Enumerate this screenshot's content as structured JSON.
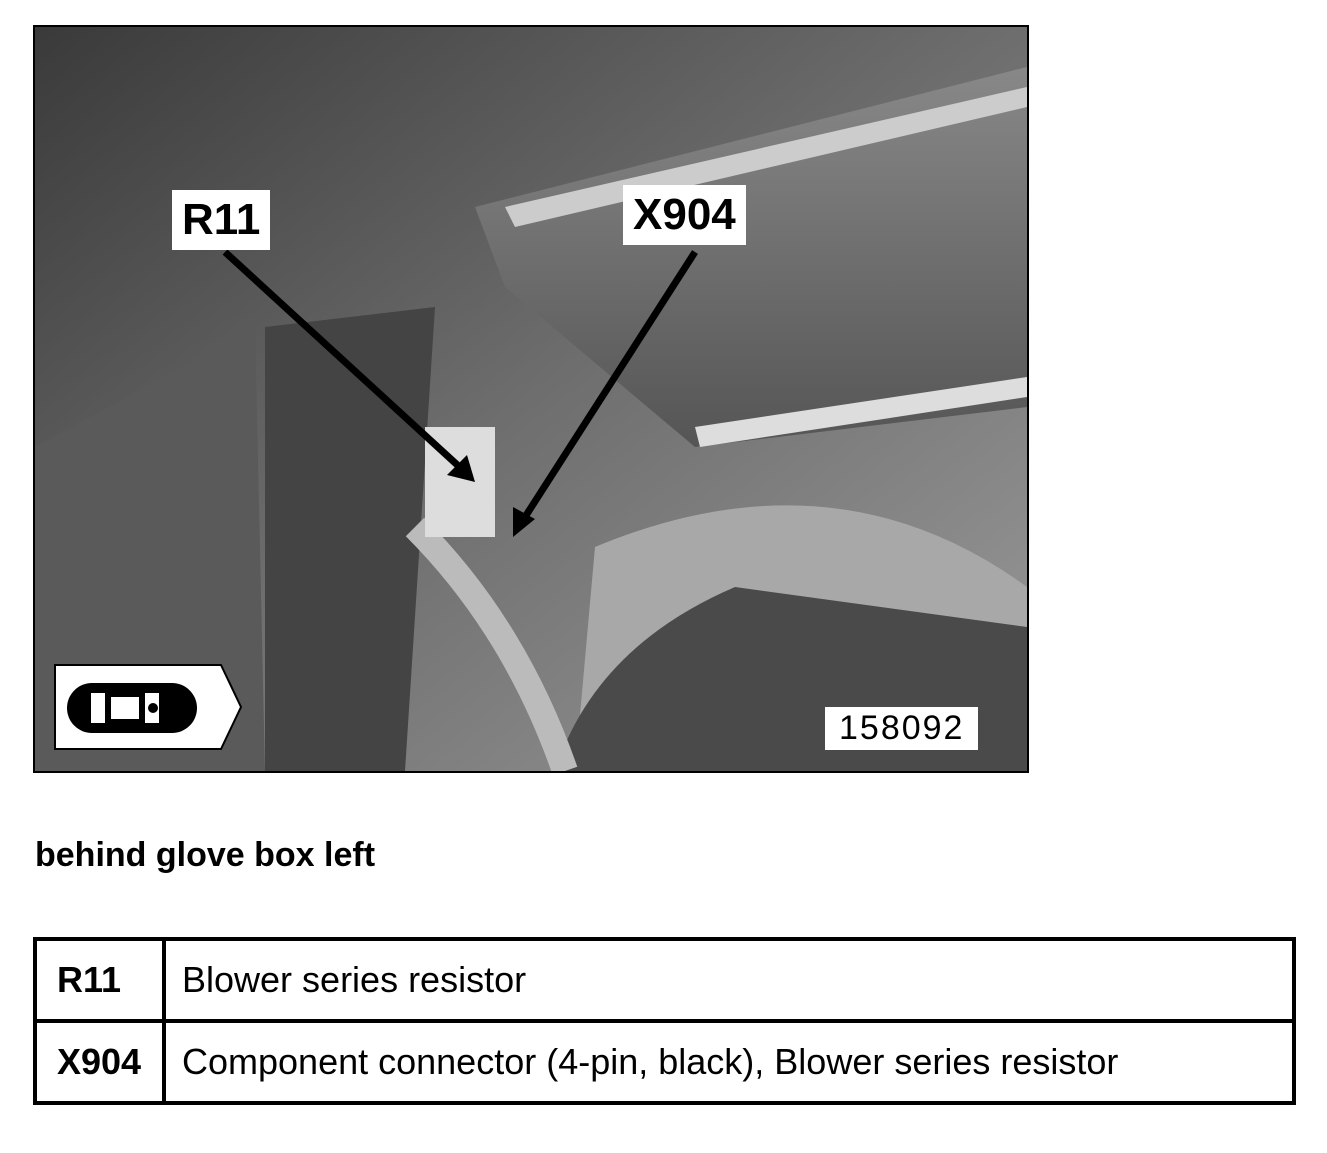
{
  "figure": {
    "callouts": [
      "R11",
      "X904"
    ],
    "figure_number": "158092",
    "view_icon": "car-top-view-right-arrow-icon"
  },
  "caption": "behind glove box left",
  "legend": [
    {
      "code": "R11",
      "description": "Blower series resistor"
    },
    {
      "code": "X904",
      "description": "Component connector (4-pin, black), Blower series resistor"
    }
  ]
}
